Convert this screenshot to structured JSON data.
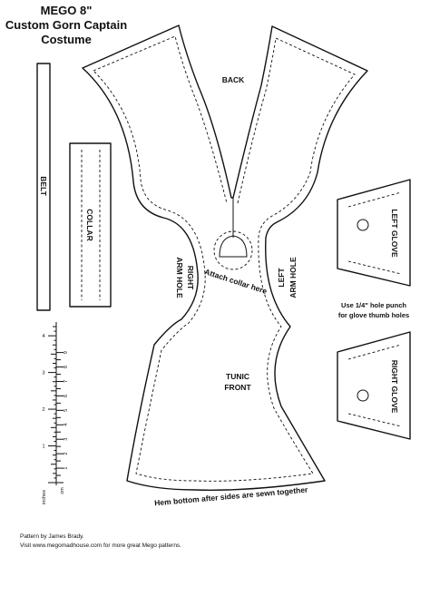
{
  "title": {
    "line1": "MEGO  8\"",
    "line2": "Custom Gorn Captain",
    "line3": "Costume"
  },
  "pieces": {
    "belt": "BELT",
    "collar": "COLLAR",
    "back": "BACK",
    "right_arm_hole_1": "RIGHT",
    "right_arm_hole_2": "ARM HOLE",
    "left_arm_hole_1": "LEFT",
    "left_arm_hole_2": "ARM HOLE",
    "attach_collar": "Attach collar here",
    "tunic_front_1": "TUNIC",
    "tunic_front_2": "FRONT",
    "hem_note": "Hem bottom after sides are sewn together",
    "left_glove": "LEFT GLOVE",
    "right_glove": "RIGHT GLOVE",
    "punch_note_1": "Use 1/4\" hole punch",
    "punch_note_2": "for glove thumb holes"
  },
  "ruler": {
    "inches_label": "inches",
    "cm_label": "cm",
    "inch_ticks": [
      "1",
      "2",
      "3",
      "4"
    ],
    "cm_ticks": [
      "1",
      "2",
      "3",
      "4",
      "5",
      "6",
      "7",
      "8",
      "9"
    ]
  },
  "credits": {
    "line1": "Pattern by James Brady.",
    "line2": "Visit www.megomadhouse.com for more great Mego patterns."
  }
}
